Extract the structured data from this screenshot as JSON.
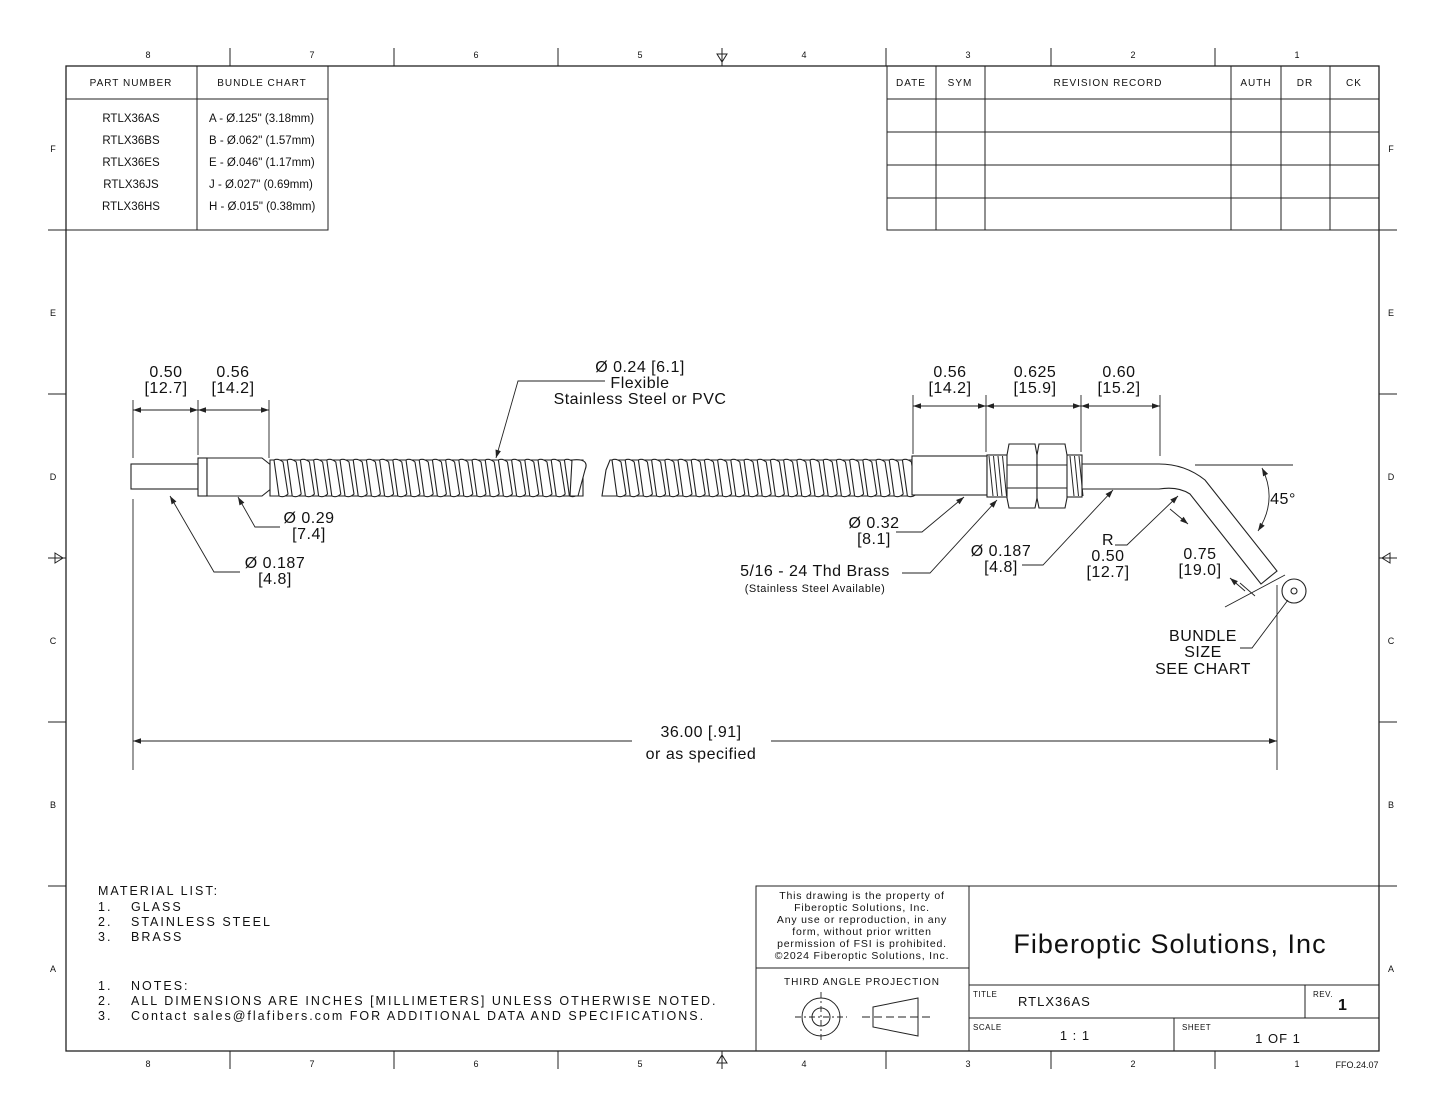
{
  "zones": {
    "columns": [
      "8",
      "7",
      "6",
      "5",
      "4",
      "3",
      "2",
      "1"
    ],
    "rows": [
      "F",
      "E",
      "D",
      "C",
      "B",
      "A"
    ]
  },
  "bundle_table": {
    "headers": [
      "PART NUMBER",
      "BUNDLE CHART"
    ],
    "rows": [
      {
        "part": "RTLX36AS",
        "bundle": "A - Ø.125\" (3.18mm)"
      },
      {
        "part": "RTLX36BS",
        "bundle": "B - Ø.062\" (1.57mm)"
      },
      {
        "part": "RTLX36ES",
        "bundle": "E - Ø.046\" (1.17mm)"
      },
      {
        "part": "RTLX36JS",
        "bundle": "J  - Ø.027\" (0.69mm)"
      },
      {
        "part": "RTLX36HS",
        "bundle": "H - Ø.015\" (0.38mm)"
      }
    ]
  },
  "revision_table": {
    "headers": [
      "DATE",
      "SYM",
      "REVISION RECORD",
      "AUTH",
      "DR",
      "CK"
    ]
  },
  "dimensions": {
    "d1": {
      "in": "0.50",
      "mm": "[12.7]"
    },
    "d2": {
      "in": "0.56",
      "mm": "[14.2]"
    },
    "sheath": {
      "line1": "Ø 0.24 [6.1]",
      "line2": "Flexible",
      "line3": "Stainless Steel or PVC"
    },
    "d3": {
      "in": "0.56",
      "mm": "[14.2]"
    },
    "d4": {
      "in": "0.625",
      "mm": "[15.9]"
    },
    "d5": {
      "in": "0.60",
      "mm": "[15.2]"
    },
    "dia029": {
      "in": "Ø 0.29",
      "mm": "[7.4]"
    },
    "dia0187_left": {
      "in": "Ø 0.187",
      "mm": "[4.8]"
    },
    "dia032": {
      "in": "Ø 0.32",
      "mm": "[8.1]"
    },
    "thread": {
      "line1": "5/16 - 24 Thd Brass",
      "line2": "(Stainless Steel Available)"
    },
    "dia0187_right": {
      "in": "Ø 0.187",
      "mm": "[4.8]"
    },
    "radius": {
      "r": "R",
      "in": "0.50",
      "mm": "[12.7]"
    },
    "tip": {
      "in": "0.75",
      "mm": "[19.0]"
    },
    "angle": "45°",
    "bundle_note": {
      "line1": "BUNDLE",
      "line2": "SIZE",
      "line3": "SEE CHART"
    },
    "overall": {
      "line1": "36.00 [.91]",
      "line2": "or as specified"
    }
  },
  "material_list": {
    "title": "MATERIAL LIST:",
    "items": [
      {
        "num": "1.",
        "text": "GLASS"
      },
      {
        "num": "2.",
        "text": "STAINLESS STEEL"
      },
      {
        "num": "3.",
        "text": "BRASS"
      }
    ]
  },
  "notes": {
    "items": [
      {
        "num": "1.",
        "text": "NOTES:"
      },
      {
        "num": "2.",
        "text": "ALL DIMENSIONS ARE INCHES [MILLIMETERS] UNLESS OTHERWISE NOTED."
      },
      {
        "num": "3.",
        "text": "Contact sales@flafibers.com FOR ADDITIONAL DATA AND SPECIFICATIONS."
      }
    ]
  },
  "title_block": {
    "property_lines": [
      "This drawing is the property of",
      "Fiberoptic Solutions, Inc.",
      "Any use or reproduction, in any",
      "form, without prior written",
      "permission of FSI is prohibited.",
      "©2024 Fiberoptic Solutions, Inc."
    ],
    "projection": "THIRD ANGLE PROJECTION",
    "company": "Fiberoptic Solutions, Inc",
    "title_label": "TITLE",
    "title_value": "RTLX36AS",
    "rev_label": "REV.",
    "rev_value": "1",
    "scale_label": "SCALE",
    "scale_value": "1 : 1",
    "sheet_label": "SHEET",
    "sheet_value": "1  OF 1",
    "form_code": "FFO.24.07"
  }
}
